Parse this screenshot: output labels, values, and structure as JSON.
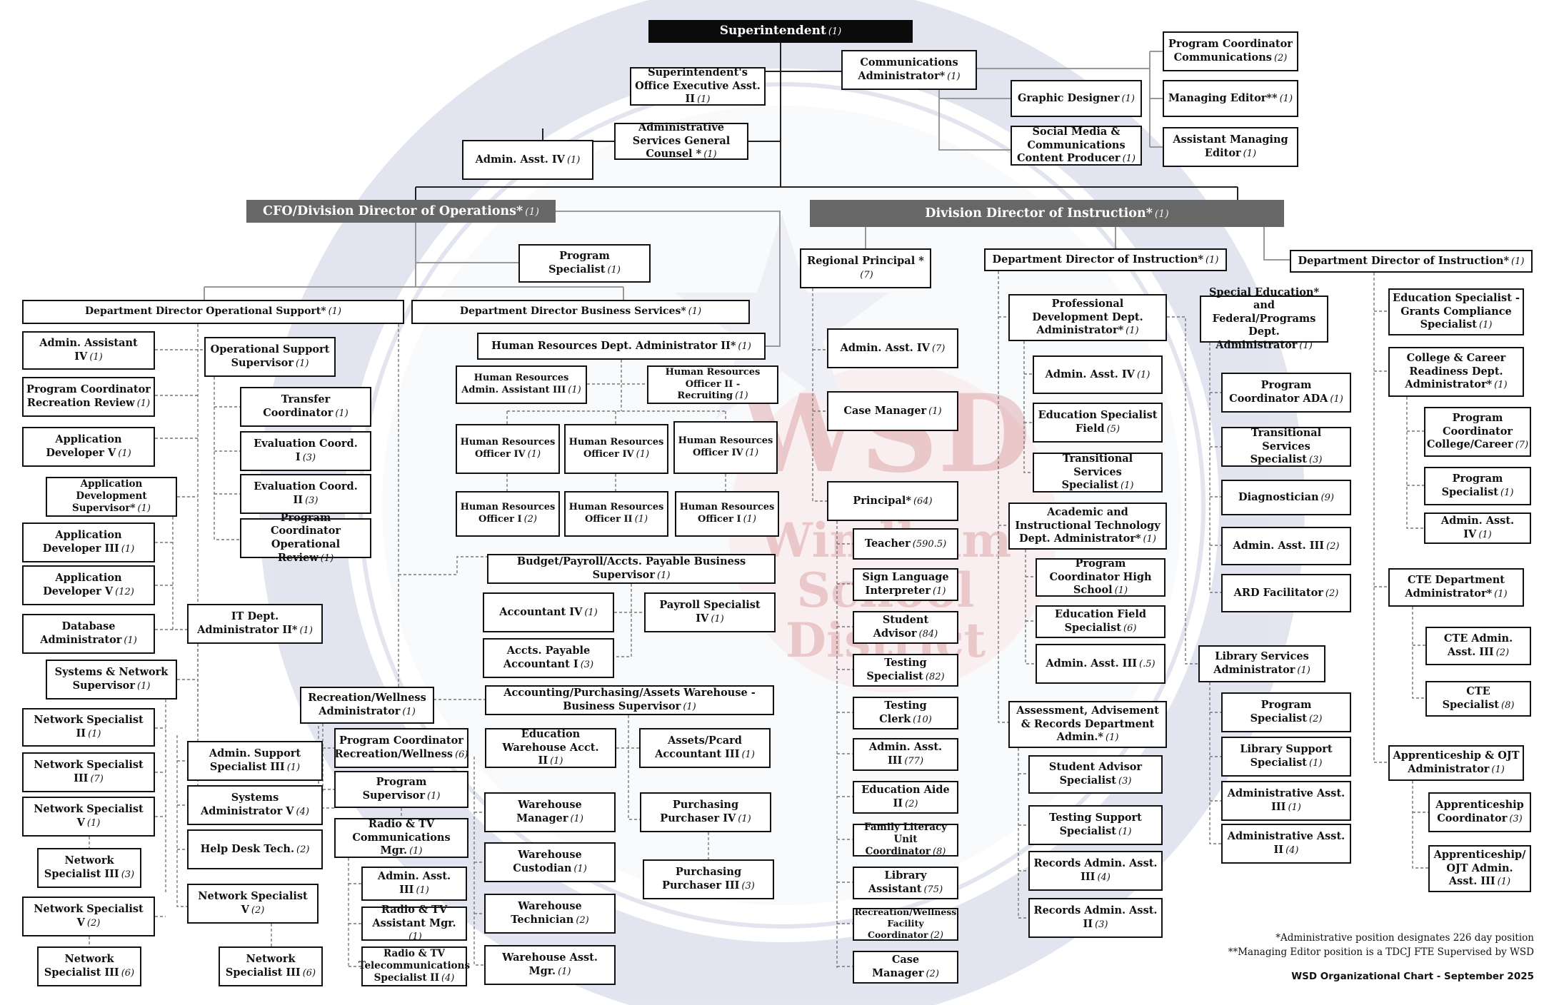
{
  "watermark": {
    "ring_color": "#9aa3c7",
    "star_color": "#c8cde0",
    "center_color": "#e8b4b4",
    "text_color": "#b03030",
    "initials": "WSD",
    "name_lines": [
      "Windham",
      "School",
      "District"
    ]
  },
  "footnotes": {
    "line1": "*Administrative position designates 226 day position",
    "line2": "**Managing Editor position is a TDCJ FTE Supervised by WSD",
    "signature": "WSD Organizational Chart - September 2025"
  },
  "positions": [
    {
      "id": "superintendent",
      "title": "Superintendent",
      "count": "(1)",
      "style": "dark"
    },
    {
      "id": "supt-office-exec-asst",
      "title": "Superintendent's Office Executive Asst. II",
      "count": "(1)"
    },
    {
      "id": "communications-admin",
      "title": "Communications Administrator*",
      "count": "(1)"
    },
    {
      "id": "prog-coord-communications",
      "title": "Program Coordinator Communications",
      "count": "(2)"
    },
    {
      "id": "managing-editor",
      "title": "Managing Editor**",
      "count": "(1)"
    },
    {
      "id": "asst-managing-editor",
      "title": "Assistant Managing Editor",
      "count": "(1)"
    },
    {
      "id": "graphic-designer",
      "title": "Graphic Designer",
      "count": "(1)"
    },
    {
      "id": "social-media-producer",
      "title": "Social Media & Communications Content Producer",
      "count": "(1)"
    },
    {
      "id": "admin-services-gc",
      "title": "Administrative Services General Counsel *",
      "count": "(1)"
    },
    {
      "id": "admin-asst-iv-top",
      "title": "Admin. Asst. IV",
      "count": "(1)"
    },
    {
      "id": "cfo",
      "title": "CFO/Division Director of Operations*",
      "count": "(1)",
      "style": "gray"
    },
    {
      "id": "div-dir-instruction",
      "title": "Division Director of Instruction*",
      "count": "(1)",
      "style": "gray"
    },
    {
      "id": "program-specialist-ops",
      "title": "Program Specialist",
      "count": "(1)"
    },
    {
      "id": "dept-dir-op-support",
      "title": "Department Director Operational Support*",
      "count": "(1)"
    },
    {
      "id": "dept-dir-business",
      "title": "Department Director Business Services*",
      "count": "(1)"
    },
    {
      "id": "os-admin-asst-iv",
      "title": "Admin. Assistant IV",
      "count": "(1)"
    },
    {
      "id": "os-prog-coord-recreation",
      "title": "Program Coordinator Recreation Review",
      "count": "(1)"
    },
    {
      "id": "os-app-dev-v-1",
      "title": "Application Developer V",
      "count": "(1)"
    },
    {
      "id": "os-app-dev-supervisor",
      "title": "Application Development Supervisor*",
      "count": "(1)"
    },
    {
      "id": "os-app-dev-iii",
      "title": "Application Developer III",
      "count": "(1)"
    },
    {
      "id": "os-app-dev-v-12",
      "title": "Application Developer V",
      "count": "(12)"
    },
    {
      "id": "os-db-admin",
      "title": "Database Administrator",
      "count": "(1)"
    },
    {
      "id": "os-sys-net-supervisor",
      "title": "Systems & Network Supervisor",
      "count": "(1)"
    },
    {
      "id": "os-net-spec-ii",
      "title": "Network Specialist II",
      "count": "(1)"
    },
    {
      "id": "os-net-spec-iii-7",
      "title": "Network Specialist III",
      "count": "(7)"
    },
    {
      "id": "os-net-spec-v-1",
      "title": "Network Specialist V",
      "count": "(1)"
    },
    {
      "id": "os-net-spec-iii-3",
      "title": "Network Specialist III",
      "count": "(3)"
    },
    {
      "id": "os-net-spec-v-2",
      "title": "Network Specialist V",
      "count": "(2)"
    },
    {
      "id": "os-net-spec-iii-6a",
      "title": "Network Specialist III",
      "count": "(6)"
    },
    {
      "id": "os-op-support-supervisor",
      "title": "Operational Support Supervisor",
      "count": "(1)"
    },
    {
      "id": "os-transfer-coord",
      "title": "Transfer Coordinator",
      "count": "(1)"
    },
    {
      "id": "os-eval-coord-i",
      "title": "Evaluation Coord. I",
      "count": "(3)"
    },
    {
      "id": "os-eval-coord-ii",
      "title": "Evaluation Coord. II",
      "count": "(3)"
    },
    {
      "id": "os-prog-coord-operational",
      "title": "Program Coordinator Operational Review",
      "count": "(1)"
    },
    {
      "id": "os-it-dept-admin",
      "title": "IT Dept. Administrator II*",
      "count": "(1)"
    },
    {
      "id": "os-admin-support-spec",
      "title": "Admin. Support Specialist III",
      "count": "(1)"
    },
    {
      "id": "os-systems-admin",
      "title": "Systems Administrator V",
      "count": "(4)"
    },
    {
      "id": "os-help-desk",
      "title": "Help Desk Tech.",
      "count": "(2)"
    },
    {
      "id": "os-net-spec-v-2b",
      "title": "Network Specialist V",
      "count": "(2)"
    },
    {
      "id": "os-net-spec-iii-6b",
      "title": "Network Specialist III",
      "count": "(6)"
    },
    {
      "id": "bs-rec-wellness-admin",
      "title": "Recreation/Wellness Administrator",
      "count": "(1)"
    },
    {
      "id": "bs-prog-coord-rec-wellness",
      "title": "Program Coordinator Recreation/Wellness",
      "count": "(6)"
    },
    {
      "id": "bs-program-supervisor",
      "title": "Program Supervisor",
      "count": "(1)"
    },
    {
      "id": "bs-radio-tv-mgr",
      "title": "Radio & TV Communications Mgr.",
      "count": "(1)"
    },
    {
      "id": "bs-admin-asst-iii",
      "title": "Admin. Asst. III",
      "count": "(1)"
    },
    {
      "id": "bs-radio-tv-asst-mgr",
      "title": "Radio & TV Assistant Mgr.",
      "count": "(1)"
    },
    {
      "id": "bs-radio-tv-telecom",
      "title": "Radio & TV Telecommunications Specialist II",
      "count": "(4)"
    },
    {
      "id": "hr-dept-admin",
      "title": "Human Resources Dept. Administrator II*",
      "count": "(1)"
    },
    {
      "id": "hr-admin-asst-iii",
      "title": "Human Resources Admin. Assistant III",
      "count": "(1)"
    },
    {
      "id": "hr-officer-ii-recruiting",
      "title": "Human Resources Officer II - Recruiting",
      "count": "(1)"
    },
    {
      "id": "hr-officer-iv-a",
      "title": "Human Resources Officer IV",
      "count": "(1)"
    },
    {
      "id": "hr-officer-iv-b",
      "title": "Human Resources Officer IV",
      "count": "(1)"
    },
    {
      "id": "hr-officer-iv-c",
      "title": "Human Resources Officer IV",
      "count": "(1)"
    },
    {
      "id": "hr-officer-i-2",
      "title": "Human Resources Officer I",
      "count": "(2)"
    },
    {
      "id": "hr-officer-ii",
      "title": "Human Resources Officer II",
      "count": "(1)"
    },
    {
      "id": "hr-officer-i-1",
      "title": "Human Resources Officer I",
      "count": "(1)"
    },
    {
      "id": "bs-budget-supervisor",
      "title": "Budget/Payroll/Accts. Payable Business Supervisor",
      "count": "(1)"
    },
    {
      "id": "bs-accountant-iv",
      "title": "Accountant IV",
      "count": "(1)"
    },
    {
      "id": "bs-payroll-spec",
      "title": "Payroll Specialist IV",
      "count": "(1)"
    },
    {
      "id": "bs-ap-accountant",
      "title": "Accts. Payable Accountant I",
      "count": "(3)"
    },
    {
      "id": "bs-accounting-supervisor",
      "title": "Accounting/Purchasing/Assets Warehouse - Business Supervisor",
      "count": "(1)"
    },
    {
      "id": "bs-edu-warehouse-acct",
      "title": "Education Warehouse Acct. II",
      "count": "(1)"
    },
    {
      "id": "bs-assets-pcard",
      "title": "Assets/Pcard Accountant III",
      "count": "(1)"
    },
    {
      "id": "bs-warehouse-mgr",
      "title": "Warehouse Manager",
      "count": "(1)"
    },
    {
      "id": "bs-warehouse-custodian",
      "title": "Warehouse Custodian",
      "count": "(1)"
    },
    {
      "id": "bs-warehouse-tech",
      "title": "Warehouse Technician",
      "count": "(2)"
    },
    {
      "id": "bs-warehouse-asst-mgr",
      "title": "Warehouse Asst. Mgr.",
      "count": "(1)"
    },
    {
      "id": "bs-purchaser-iv",
      "title": "Purchasing Purchaser IV",
      "count": "(1)"
    },
    {
      "id": "bs-purchaser-iii",
      "title": "Purchasing Purchaser III",
      "count": "(3)"
    },
    {
      "id": "regional-principal",
      "title": "Regional Principal *",
      "count": "(7)"
    },
    {
      "id": "rp-admin-asst-iv",
      "title": "Admin. Asst. IV",
      "count": "(7)"
    },
    {
      "id": "rp-case-manager",
      "title": "Case Manager",
      "count": "(1)"
    },
    {
      "id": "principal",
      "title": "Principal*",
      "count": "(64)"
    },
    {
      "id": "pr-teacher",
      "title": "Teacher",
      "count": "(590.5)"
    },
    {
      "id": "pr-sign-language",
      "title": "Sign Language Interpreter",
      "count": "(1)"
    },
    {
      "id": "pr-student-advisor",
      "title": "Student Advisor",
      "count": "(84)"
    },
    {
      "id": "pr-testing-specialist",
      "title": "Testing Specialist",
      "count": "(82)"
    },
    {
      "id": "pr-testing-clerk",
      "title": "Testing Clerk",
      "count": "(10)"
    },
    {
      "id": "pr-admin-asst-iii",
      "title": "Admin. Asst. III",
      "count": "(77)"
    },
    {
      "id": "pr-education-aide",
      "title": "Education Aide II",
      "count": "(2)"
    },
    {
      "id": "pr-family-literacy",
      "title": "Family Literacy Unit Coordinator",
      "count": "(8)"
    },
    {
      "id": "pr-library-asst",
      "title": "Library Assistant",
      "count": "(75)"
    },
    {
      "id": "pr-rec-wellness-facility",
      "title": "Recreation/Wellness Facility Coordinator",
      "count": "(2)"
    },
    {
      "id": "pr-case-manager",
      "title": "Case Manager",
      "count": "(2)"
    },
    {
      "id": "dept-dir-instruction-1",
      "title": "Department Director of Instruction*",
      "count": "(1)"
    },
    {
      "id": "di-prof-dev-admin",
      "title": "Professional Development Dept. Administrator*",
      "count": "(1)"
    },
    {
      "id": "di-admin-asst-iv",
      "title": "Admin. Asst. IV",
      "count": "(1)"
    },
    {
      "id": "di-edu-spec-field",
      "title": "Education Specialist Field",
      "count": "(5)"
    },
    {
      "id": "di-transitional-spec",
      "title": "Transitional Services Specialist",
      "count": "(1)"
    },
    {
      "id": "di-academic-tech-admin",
      "title": "Academic and Instructional Technology Dept. Administrator*",
      "count": "(1)"
    },
    {
      "id": "di-prog-coord-hs",
      "title": "Program Coordinator High School",
      "count": "(1)"
    },
    {
      "id": "di-edu-field-spec",
      "title": "Education Field Specialist",
      "count": "(6)"
    },
    {
      "id": "di-admin-asst-iii",
      "title": "Admin. Asst. III",
      "count": "(.5)"
    },
    {
      "id": "di-assessment-admin",
      "title": "Assessment, Advisement & Records Department Admin.*",
      "count": "(1)"
    },
    {
      "id": "di-student-advisor-spec",
      "title": "Student Advisor Specialist",
      "count": "(3)"
    },
    {
      "id": "di-testing-support",
      "title": "Testing Support Specialist",
      "count": "(1)"
    },
    {
      "id": "di-records-iii",
      "title": "Records Admin. Asst. III",
      "count": "(4)"
    },
    {
      "id": "di-records-ii",
      "title": "Records Admin. Asst. II",
      "count": "(3)"
    },
    {
      "id": "di-sped-admin",
      "title": "Special Education* and Federal/Programs Dept. Administrator",
      "count": "(1)"
    },
    {
      "id": "sp-prog-coord-ada",
      "title": "Program Coordinator ADA",
      "count": "(1)"
    },
    {
      "id": "sp-transitional-spec",
      "title": "Transitional Services Specialist",
      "count": "(3)"
    },
    {
      "id": "sp-diagnostician",
      "title": "Diagnostician",
      "count": "(9)"
    },
    {
      "id": "sp-admin-asst-iii",
      "title": "Admin. Asst. III",
      "count": "(2)"
    },
    {
      "id": "sp-ard-facilitator",
      "title": "ARD Facilitator",
      "count": "(2)"
    },
    {
      "id": "di-library-admin",
      "title": "Library Services Administrator",
      "count": "(1)"
    },
    {
      "id": "lib-program-spec",
      "title": "Program Specialist",
      "count": "(2)"
    },
    {
      "id": "lib-support-spec",
      "title": "Library Support Specialist",
      "count": "(1)"
    },
    {
      "id": "lib-admin-asst-iii",
      "title": "Administrative Asst. III",
      "count": "(1)"
    },
    {
      "id": "lib-admin-asst-ii",
      "title": "Administrative Asst. II",
      "count": "(4)"
    },
    {
      "id": "dept-dir-instruction-2",
      "title": "Department Director of Instruction*",
      "count": "(1)"
    },
    {
      "id": "d2-edu-spec-grants",
      "title": "Education Specialist - Grants Compliance Specialist",
      "count": "(1)"
    },
    {
      "id": "d2-college-career-admin",
      "title": "College & Career Readiness Dept. Administrator*",
      "count": "(1)"
    },
    {
      "id": "cc-prog-coord",
      "title": "Program Coordinator College/Career",
      "count": "(7)"
    },
    {
      "id": "cc-program-spec",
      "title": "Program Specialist",
      "count": "(1)"
    },
    {
      "id": "cc-admin-asst-iv",
      "title": "Admin. Asst. IV",
      "count": "(1)"
    },
    {
      "id": "d2-cte-admin",
      "title": "CTE Department Administrator*",
      "count": "(1)"
    },
    {
      "id": "cte-admin-asst",
      "title": "CTE Admin. Asst. III",
      "count": "(2)"
    },
    {
      "id": "cte-specialist",
      "title": "CTE Specialist",
      "count": "(8)"
    },
    {
      "id": "d2-apprenticeship-admin",
      "title": "Apprenticeship & OJT Administrator",
      "count": "(1)"
    },
    {
      "id": "ap-coordinator",
      "title": "Apprenticeship Coordinator",
      "count": "(3)"
    },
    {
      "id": "ap-ojt-admin-asst",
      "title": "Apprenticeship/ OJT Admin. Asst. III",
      "count": "(1)"
    }
  ]
}
